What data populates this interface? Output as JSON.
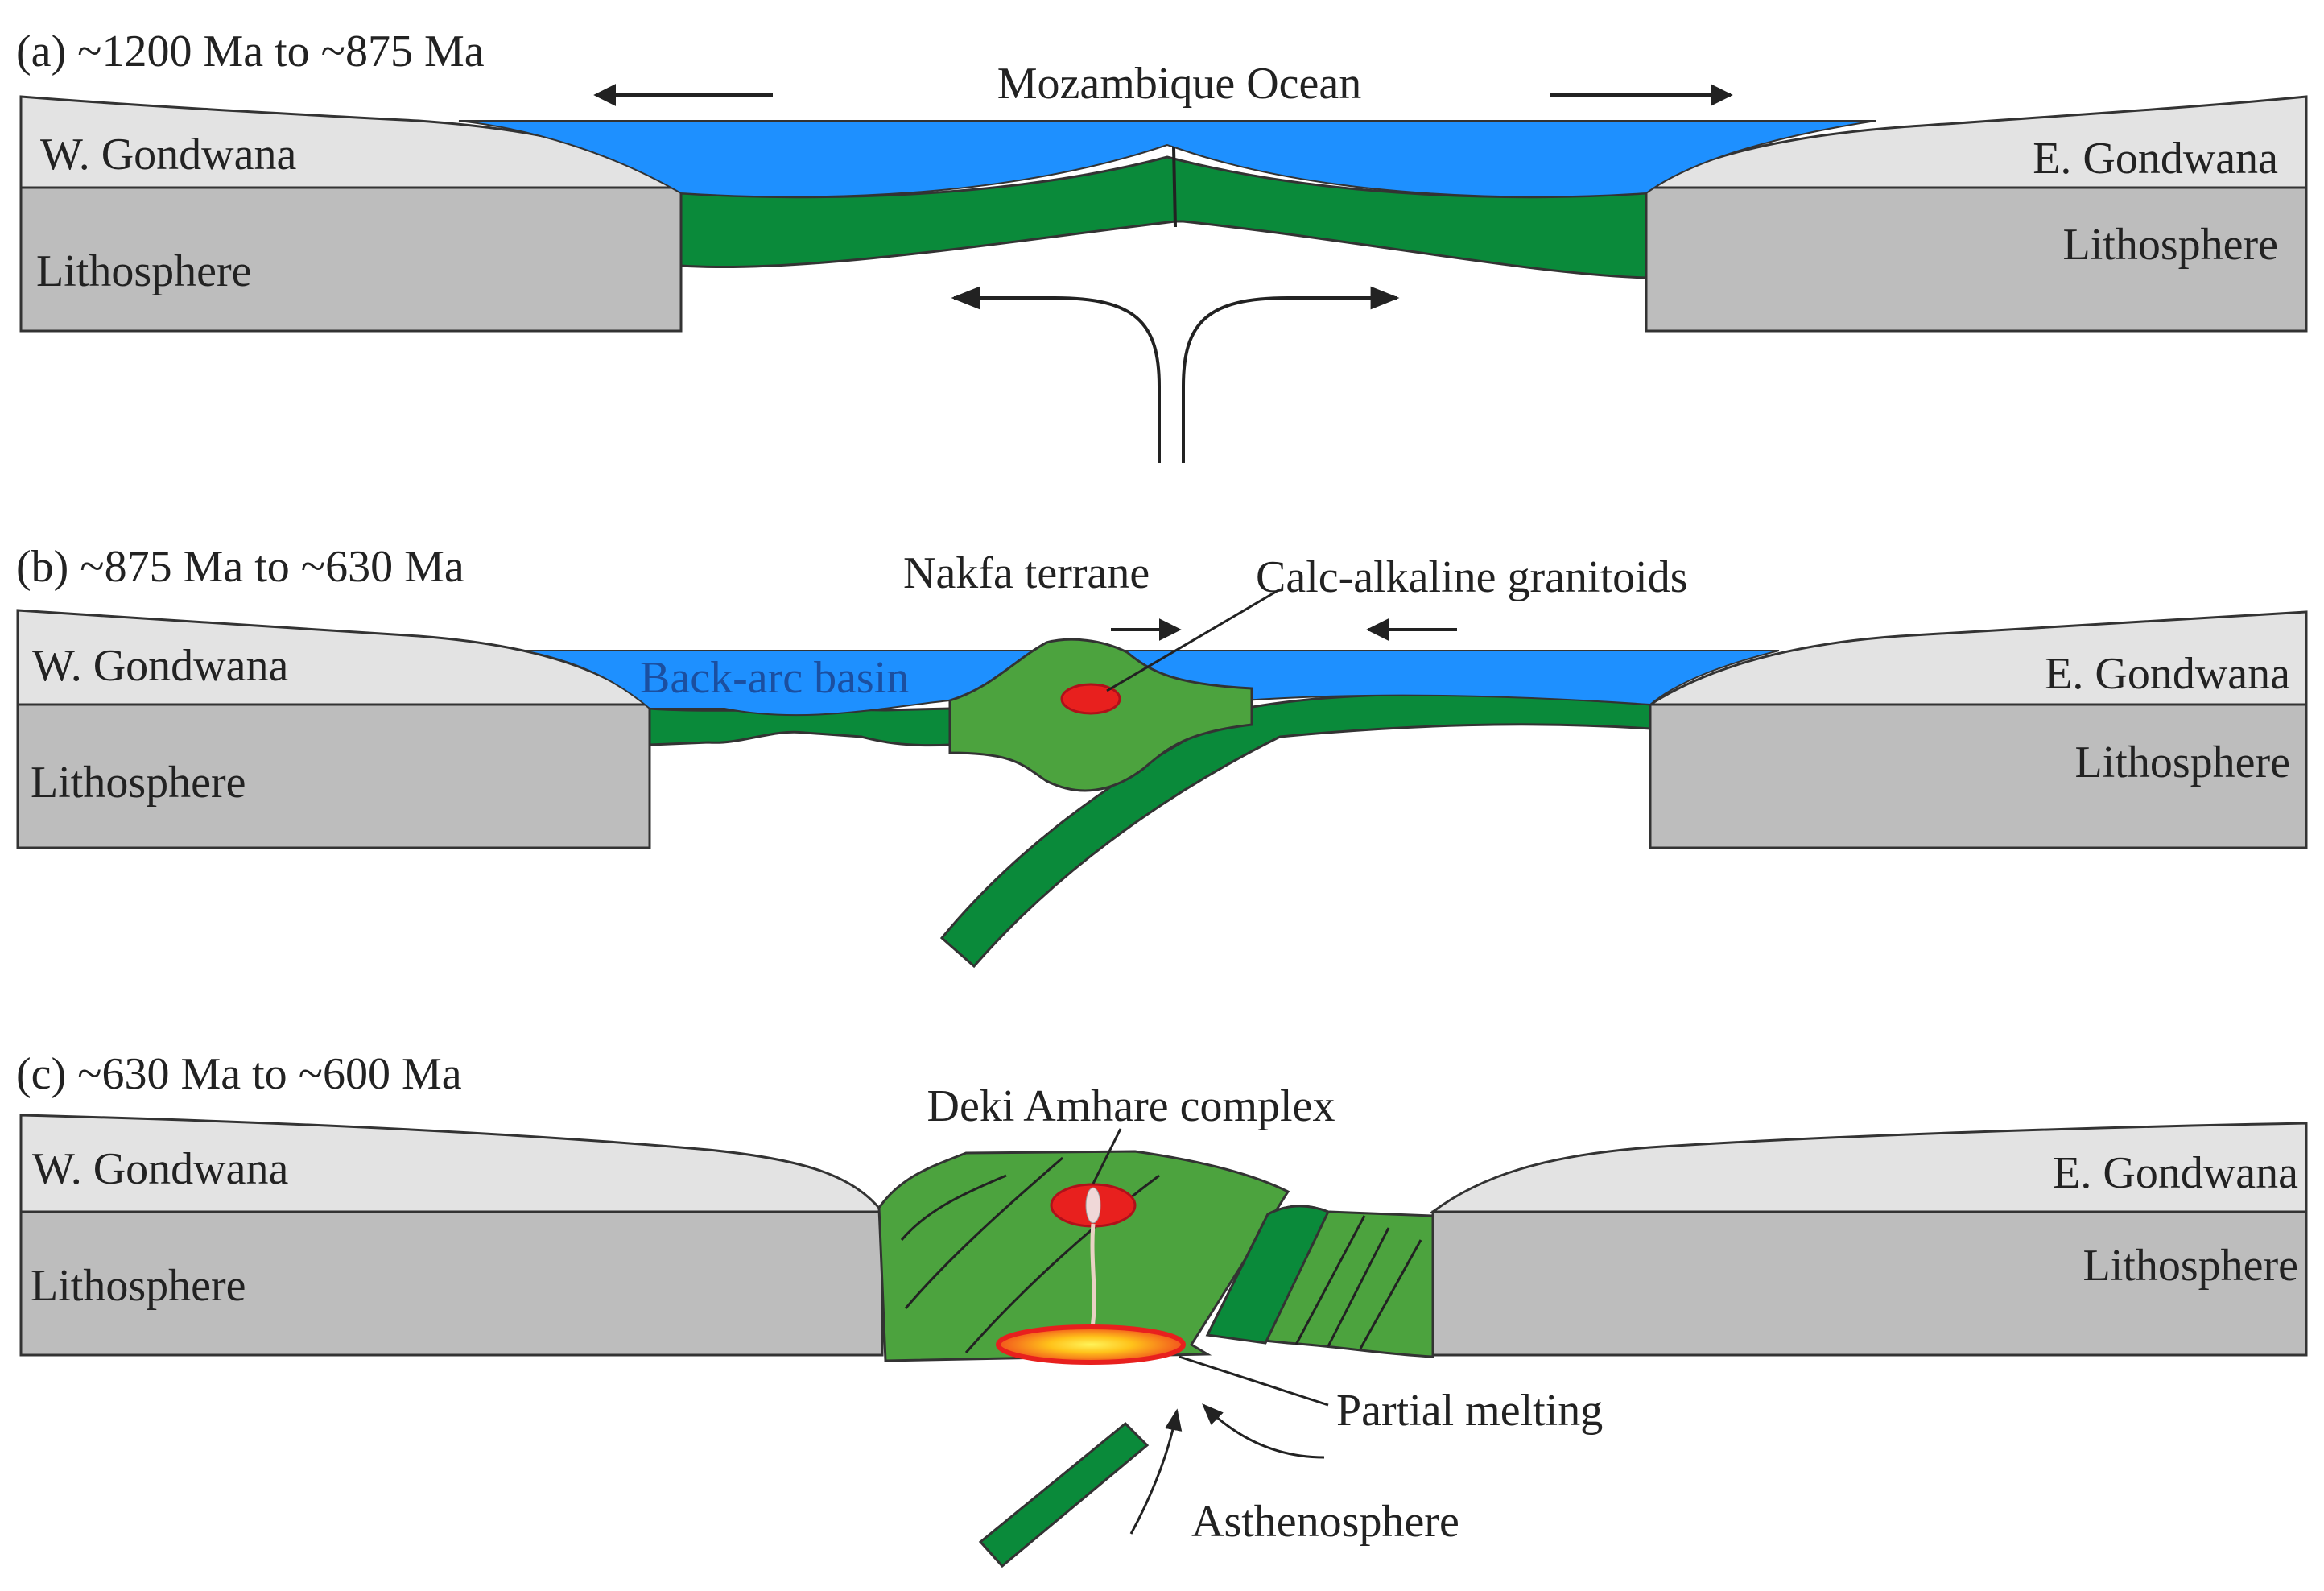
{
  "colors": {
    "ocean": "#1E90FF",
    "crust": "#0A8A3A",
    "terrane": "#4CA33E",
    "lithosphere": "#BDBDBD",
    "continent_upper": "#E3E3E3",
    "melt_outer": "#E8201E",
    "melt_inner": "#FFD21F",
    "outline": "#333333"
  },
  "panels": [
    {
      "id": "a",
      "title": "(a) ~1200 Ma to ~875 Ma",
      "labels": {
        "left_continent": "W. Gondwana",
        "right_continent": "E. Gondwana",
        "left_litho": "Lithosphere",
        "right_litho": "Lithosphere",
        "ocean": "Mozambique Ocean"
      }
    },
    {
      "id": "b",
      "title": "(b) ~875 Ma to ~630 Ma",
      "labels": {
        "left_continent": "W. Gondwana",
        "right_continent": "E. Gondwana",
        "left_litho": "Lithosphere",
        "right_litho": "Lithosphere",
        "basin": "Back-arc basin",
        "terrane": "Nakfa terrane",
        "granitoids": "Calc-alkaline granitoids"
      }
    },
    {
      "id": "c",
      "title": "(c) ~630 Ma to ~600 Ma",
      "labels": {
        "left_continent": "W. Gondwana",
        "right_continent": "E. Gondwana",
        "left_litho": "Lithosphere",
        "right_litho": "Lithosphere",
        "complex": "Deki Amhare complex",
        "melting": "Partial melting",
        "asthenosphere": "Asthenosphere"
      }
    }
  ]
}
